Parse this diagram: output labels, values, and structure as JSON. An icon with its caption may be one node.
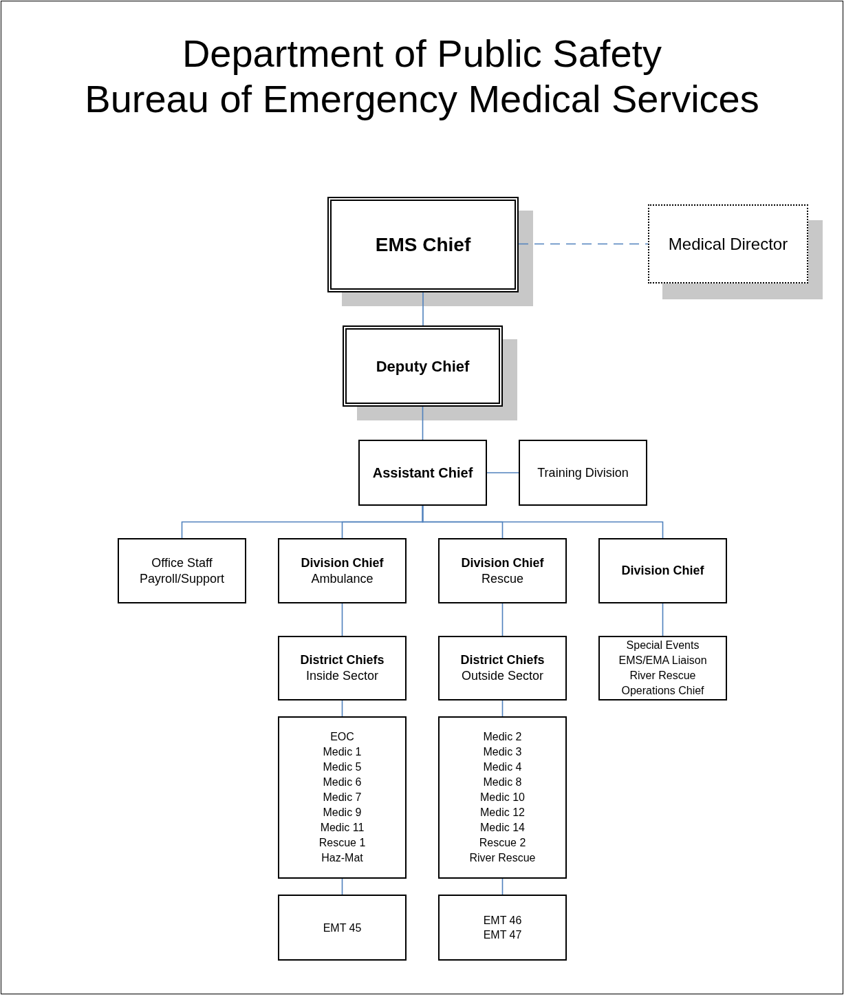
{
  "diagram": {
    "title": "Department of Public Safety Bureau of Emergency Medical Services",
    "nodes": [
      {
        "text": [
          "EMS Chief"
        ]
      },
      {
        "text": [
          "Medical Director"
        ]
      },
      {
        "text": [
          "Deputy Chief"
        ]
      },
      {
        "text": [
          "Assistant Chief"
        ]
      },
      {
        "text": [
          "Training Division"
        ]
      },
      {
        "text": [
          "Office Staff",
          "Payroll/Support"
        ]
      },
      {
        "text": [
          "Division Chief",
          "Ambulance"
        ]
      },
      {
        "text": [
          "Division Chief",
          "Rescue"
        ]
      },
      {
        "text": [
          "Division Chief"
        ]
      },
      {
        "text": [
          "District Chiefs",
          "Inside Sector"
        ]
      },
      {
        "text": [
          "District Chiefs",
          "Outside Sector"
        ]
      },
      {
        "text": [
          "Special Events",
          "EMS/EMA Liaison",
          "River Rescue",
          "Operations Chief"
        ]
      },
      {
        "text": [
          "EOC",
          "Medic 1",
          "Medic 5",
          "Medic 6",
          "Medic 7",
          "Medic 9",
          "Medic 11",
          "Rescue 1",
          "Haz-Mat"
        ]
      },
      {
        "text": [
          "Medic 2",
          "Medic 3",
          "Medic 4",
          "Medic 8",
          "Medic 10",
          "Medic 12",
          "Medic 14",
          "Rescue 2",
          "River Rescue"
        ]
      },
      {
        "text": [
          "EMT 45"
        ]
      },
      {
        "text": [
          "EMT 46",
          "EMT 47"
        ]
      }
    ],
    "edges": [
      {
        "from": 0,
        "to": 1,
        "arrow": "none",
        "style": "dashed"
      },
      {
        "from": 0,
        "to": 2,
        "arrow": "none"
      },
      {
        "from": 2,
        "to": 3,
        "arrow": "none"
      },
      {
        "from": 3,
        "to": 4,
        "arrow": "none"
      },
      {
        "from": 3,
        "to": 5,
        "arrow": "none"
      },
      {
        "from": 3,
        "to": 6,
        "arrow": "none"
      },
      {
        "from": 3,
        "to": 7,
        "arrow": "none"
      },
      {
        "from": 3,
        "to": 8,
        "arrow": "none"
      },
      {
        "from": 6,
        "to": 9,
        "arrow": "none"
      },
      {
        "from": 7,
        "to": 10,
        "arrow": "none"
      },
      {
        "from": 8,
        "to": 11,
        "arrow": "none"
      },
      {
        "from": 9,
        "to": 12,
        "arrow": "none"
      },
      {
        "from": 10,
        "to": 13,
        "arrow": "none"
      },
      {
        "from": 12,
        "to": 14,
        "arrow": "none"
      },
      {
        "from": 13,
        "to": 15,
        "arrow": "none"
      }
    ]
  }
}
